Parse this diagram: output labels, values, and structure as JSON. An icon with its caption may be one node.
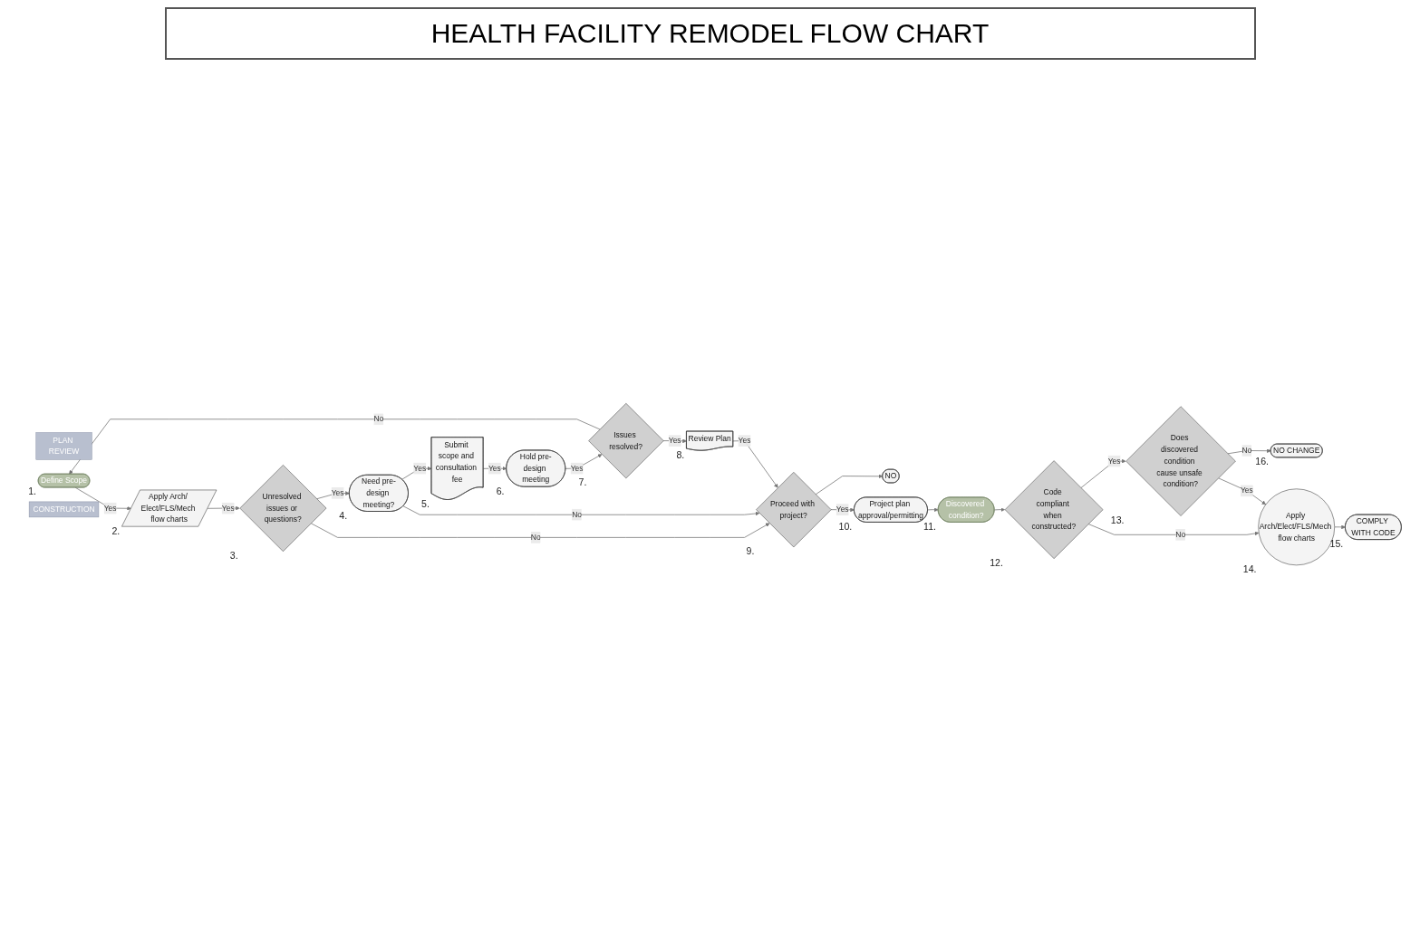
{
  "diagram": {
    "title": "HEALTH FACILITY REMODEL FLOW CHART",
    "nodes": [
      {
        "text": [
          "PLAN REVIEW"
        ]
      },
      {
        "text": [
          "Define Scope"
        ],
        "beside": [
          "1."
        ]
      },
      {
        "text": [
          "Apply Arch/ Elect/FLS/Mech flow charts"
        ],
        "beside": [
          "2."
        ]
      },
      {
        "text": [
          "Unresolved issues or questions?"
        ],
        "beside": [
          "3."
        ]
      },
      {
        "text": [
          "Need pre-design meeting?"
        ],
        "beside": [
          "4."
        ]
      },
      {
        "text": [
          "Submit scope and consultation fee"
        ],
        "beside": [
          "5."
        ]
      },
      {
        "text": [
          "Hold pre-design meeting"
        ],
        "beside": [
          "6."
        ]
      },
      {
        "text": [
          "Issues resolved?"
        ],
        "beside": [
          "7."
        ]
      },
      {
        "text": [
          "NO"
        ]
      },
      {
        "text": [
          "Proceed with project?"
        ],
        "beside": [
          "9."
        ]
      },
      {
        "text": [
          "Review Plan"
        ],
        "beside": [
          "8."
        ]
      },
      {
        "text": [
          "Project plan approval/permitting"
        ],
        "beside": [
          "10."
        ]
      },
      {
        "text": [
          "CONSTRUCTION"
        ]
      },
      {
        "text": [
          "Discovered condition?"
        ],
        "beside": [
          "11."
        ]
      },
      {
        "text": [
          "Code compliant when constructed?"
        ],
        "beside": [
          "12."
        ]
      },
      {
        "text": [
          "Does discovered condition cause unsafe condition?"
        ],
        "beside": [
          "13."
        ]
      },
      {
        "text": [
          "NO CHANGE"
        ],
        "beside": [
          "16."
        ]
      },
      {
        "text": [
          "Apply Arch/Elect/FLS/Mech flow charts"
        ],
        "beside": [
          "14."
        ]
      },
      {
        "text": [
          "COMPLY WITH CODE"
        ],
        "beside": [
          "15."
        ]
      }
    ],
    "edges": [
      {
        "from": 1,
        "to": 2,
        "arrow": "to",
        "label": "Yes"
      },
      {
        "from": 2,
        "to": 3,
        "arrow": "to",
        "label": "Yes"
      },
      {
        "from": 3,
        "to": 4,
        "arrow": "to",
        "label": "Yes"
      },
      {
        "from": 4,
        "to": 5,
        "arrow": "to",
        "label": "Yes"
      },
      {
        "from": 5,
        "to": 6,
        "arrow": "to",
        "label": "Yes"
      },
      {
        "from": 6,
        "to": 7,
        "arrow": "to",
        "label": "Yes"
      },
      {
        "from": 7,
        "to": 1,
        "arrow": "to",
        "label": "No"
      },
      {
        "from": 7,
        "to": 10,
        "arrow": "to",
        "label": "Yes"
      },
      {
        "from": 3,
        "to": 9,
        "arrow": "to",
        "label": "No"
      },
      {
        "from": 4,
        "to": 9,
        "arrow": "to",
        "label": "No"
      },
      {
        "from": 10,
        "to": 9,
        "arrow": "to",
        "label": "Yes"
      },
      {
        "from": 9,
        "to": 8,
        "arrow": "to"
      },
      {
        "from": 9,
        "to": 11,
        "arrow": "to",
        "label": "Yes"
      },
      {
        "from": 11,
        "to": 13,
        "arrow": "to"
      },
      {
        "from": 13,
        "to": 14,
        "arrow": "to"
      },
      {
        "from": 14,
        "to": 15,
        "arrow": "to",
        "label": "Yes"
      },
      {
        "from": 15,
        "to": 16,
        "arrow": "to",
        "label": "No"
      },
      {
        "from": 14,
        "to": 17,
        "arrow": "to",
        "label": "No"
      },
      {
        "from": 15,
        "to": 17,
        "arrow": "to",
        "label": "Yes"
      },
      {
        "from": 17,
        "to": 18,
        "arrow": "to"
      }
    ]
  }
}
